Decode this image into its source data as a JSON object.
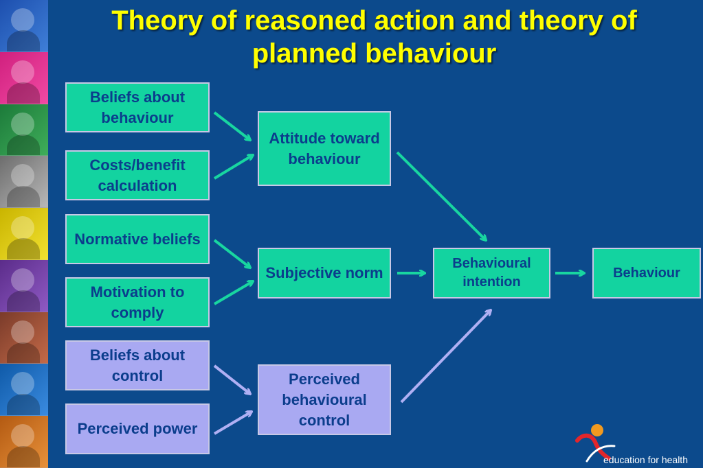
{
  "title": "Theory of reasoned action and theory of planned behaviour",
  "nodes": {
    "beliefs_about_behaviour": "Beliefs about behaviour",
    "costs_benefit": "Costs/benefit calculation",
    "normative_beliefs": "Normative beliefs",
    "motivation_to_comply": "Motivation to comply",
    "beliefs_about_control": "Beliefs about control",
    "perceived_power": "Perceived power",
    "attitude": "Attitude toward behaviour",
    "subjective_norm": "Subjective norm",
    "perceived_control": "Perceived behavioural control",
    "behavioural_intention": "Behavioural intention",
    "behaviour": "Behaviour"
  },
  "logo": {
    "text": "education for health"
  },
  "colors": {
    "background": "#0c4a8c",
    "title": "#ffff00",
    "green_box": "#13d3a0",
    "lilac_box": "#a9a9f2",
    "box_text": "#0b3d8c",
    "green_arrow": "#18d6a0",
    "lilac_arrow": "#b0b0f4"
  }
}
